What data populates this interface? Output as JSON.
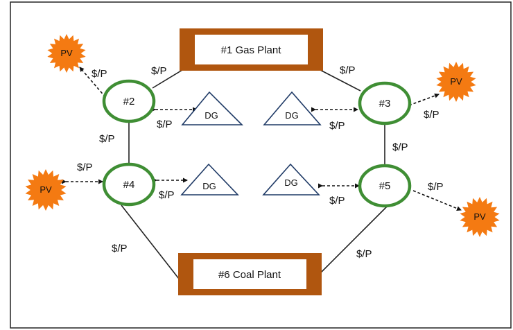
{
  "colors": {
    "plant_frame": "#B0560F",
    "node_ring": "#3F8E34",
    "dg_stroke": "#1F3A66",
    "pv_fill": "#F47A12",
    "pv_core": "#F99A33",
    "line": "#222222"
  },
  "plants": {
    "gas": "#1 Gas Plant",
    "coal": "#6 Coal Plant"
  },
  "nodes": {
    "n2": "#2",
    "n3": "#3",
    "n4": "#4",
    "n5": "#5"
  },
  "dg": {
    "a": "DG",
    "b": "DG",
    "c": "DG",
    "d": "DG"
  },
  "pv": {
    "a": "PV",
    "b": "PV",
    "c": "PV",
    "d": "PV"
  },
  "price_labels": {
    "gas_left": "$/P",
    "gas_right": "$/P",
    "pv_n2": "$/P",
    "n2_dg": "$/P",
    "n3_dg": "$/P",
    "pv_n3": "$/P",
    "n2_n4": "$/P",
    "n3_n5": "$/P",
    "pv_n4": "$/P",
    "n4_dg": "$/P",
    "n5_dg": "$/P",
    "pv_n5": "$/P",
    "n4_coal": "$/P",
    "n5_coal": "$/P"
  }
}
